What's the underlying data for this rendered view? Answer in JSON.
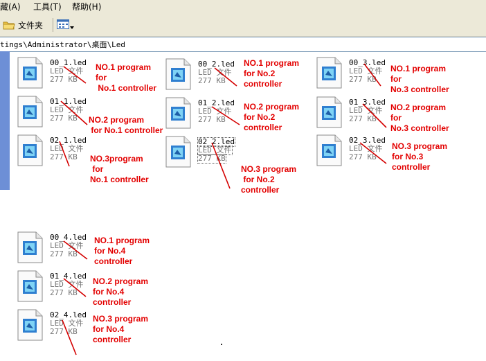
{
  "menu": {
    "favorites": "藏(A)",
    "tools": "工具(T)",
    "help": "帮助(H)"
  },
  "toolbar": {
    "folders_label": "文件夹"
  },
  "address": {
    "path": "tings\\Administrator\\桌面\\Led"
  },
  "colors": {
    "annotation": "#e30000",
    "arrow": "#d40000"
  },
  "files": [
    {
      "name": "00_1.led",
      "type": "LED 文件",
      "size": "277 KB"
    },
    {
      "name": "01_1.led",
      "type": "LED 文件",
      "size": "277 KB"
    },
    {
      "name": "02_1.led",
      "type": "LED 文件",
      "size": "277 KB"
    },
    {
      "name": "00_2.led",
      "type": "LED 文件",
      "size": "277 KB"
    },
    {
      "name": "01_2.led",
      "type": "LED 文件",
      "size": "277 KB"
    },
    {
      "name": "02_2.led",
      "type": "LED 文件",
      "size": "277 KB",
      "selected": true
    },
    {
      "name": "00_3.led",
      "type": "LED 文件",
      "size": "277 KB"
    },
    {
      "name": "01_3.led",
      "type": "LED 文件",
      "size": "277 KB"
    },
    {
      "name": "02_3.led",
      "type": "LED 文件",
      "size": "277 KB"
    },
    {
      "name": "00_4.led",
      "type": "LED 文件",
      "size": "277 KB"
    },
    {
      "name": "01_4.led",
      "type": "LED 文件",
      "size": "277 KB"
    },
    {
      "name": "02_4.led",
      "type": "LED 文件",
      "size": "277 KB"
    }
  ],
  "annotations": [
    "NO.1 program\nfor\n No.1 controller",
    "NO.2 program\n for No.1 controller",
    "NO.3program\n for\nNo.1 controller",
    "NO.1 program\nfor No.2\ncontroller",
    "NO.2 program\nfor No.2\ncontroller",
    "NO.3 program\n for No.2\ncontroller",
    "NO.1 program\nfor\nNo.3 controller",
    "NO.2 program\nfor\nNo.3 controller",
    "NO.3 program\nfor No.3\ncontroller",
    "NO.1 program\nfor No.4\ncontroller",
    "NO.2 program\nfor No.4\ncontroller",
    "NO.3 program\nfor No.4\ncontroller"
  ]
}
